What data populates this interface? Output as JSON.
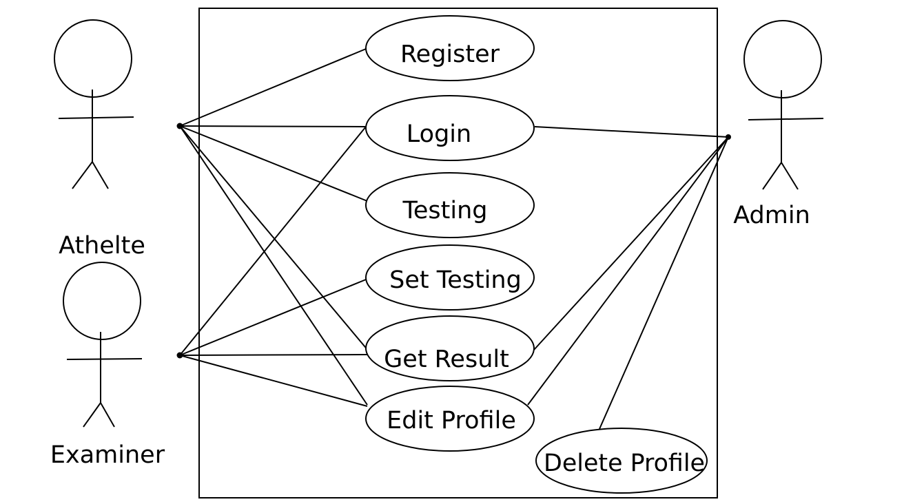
{
  "actors": {
    "athlete": {
      "label": "Athelte"
    },
    "examiner": {
      "label": "Examiner"
    },
    "admin": {
      "label": "Admin"
    }
  },
  "use_cases": {
    "register": {
      "label": "Register"
    },
    "login": {
      "label": "Login"
    },
    "testing": {
      "label": "Testing"
    },
    "set_testing": {
      "label": "Set Testing"
    },
    "get_result": {
      "label": "Get Result"
    },
    "edit_profile": {
      "label": "Edit Profile"
    },
    "delete_profile": {
      "label": "Delete Profile"
    }
  },
  "associations": [
    {
      "actor": "athlete",
      "use_case": "register"
    },
    {
      "actor": "athlete",
      "use_case": "login"
    },
    {
      "actor": "athlete",
      "use_case": "testing"
    },
    {
      "actor": "athlete",
      "use_case": "get_result"
    },
    {
      "actor": "athlete",
      "use_case": "edit_profile"
    },
    {
      "actor": "examiner",
      "use_case": "login"
    },
    {
      "actor": "examiner",
      "use_case": "set_testing"
    },
    {
      "actor": "examiner",
      "use_case": "get_result"
    },
    {
      "actor": "examiner",
      "use_case": "edit_profile"
    },
    {
      "actor": "admin",
      "use_case": "login"
    },
    {
      "actor": "admin",
      "use_case": "get_result"
    },
    {
      "actor": "admin",
      "use_case": "edit_profile"
    },
    {
      "actor": "admin",
      "use_case": "delete_profile"
    }
  ]
}
